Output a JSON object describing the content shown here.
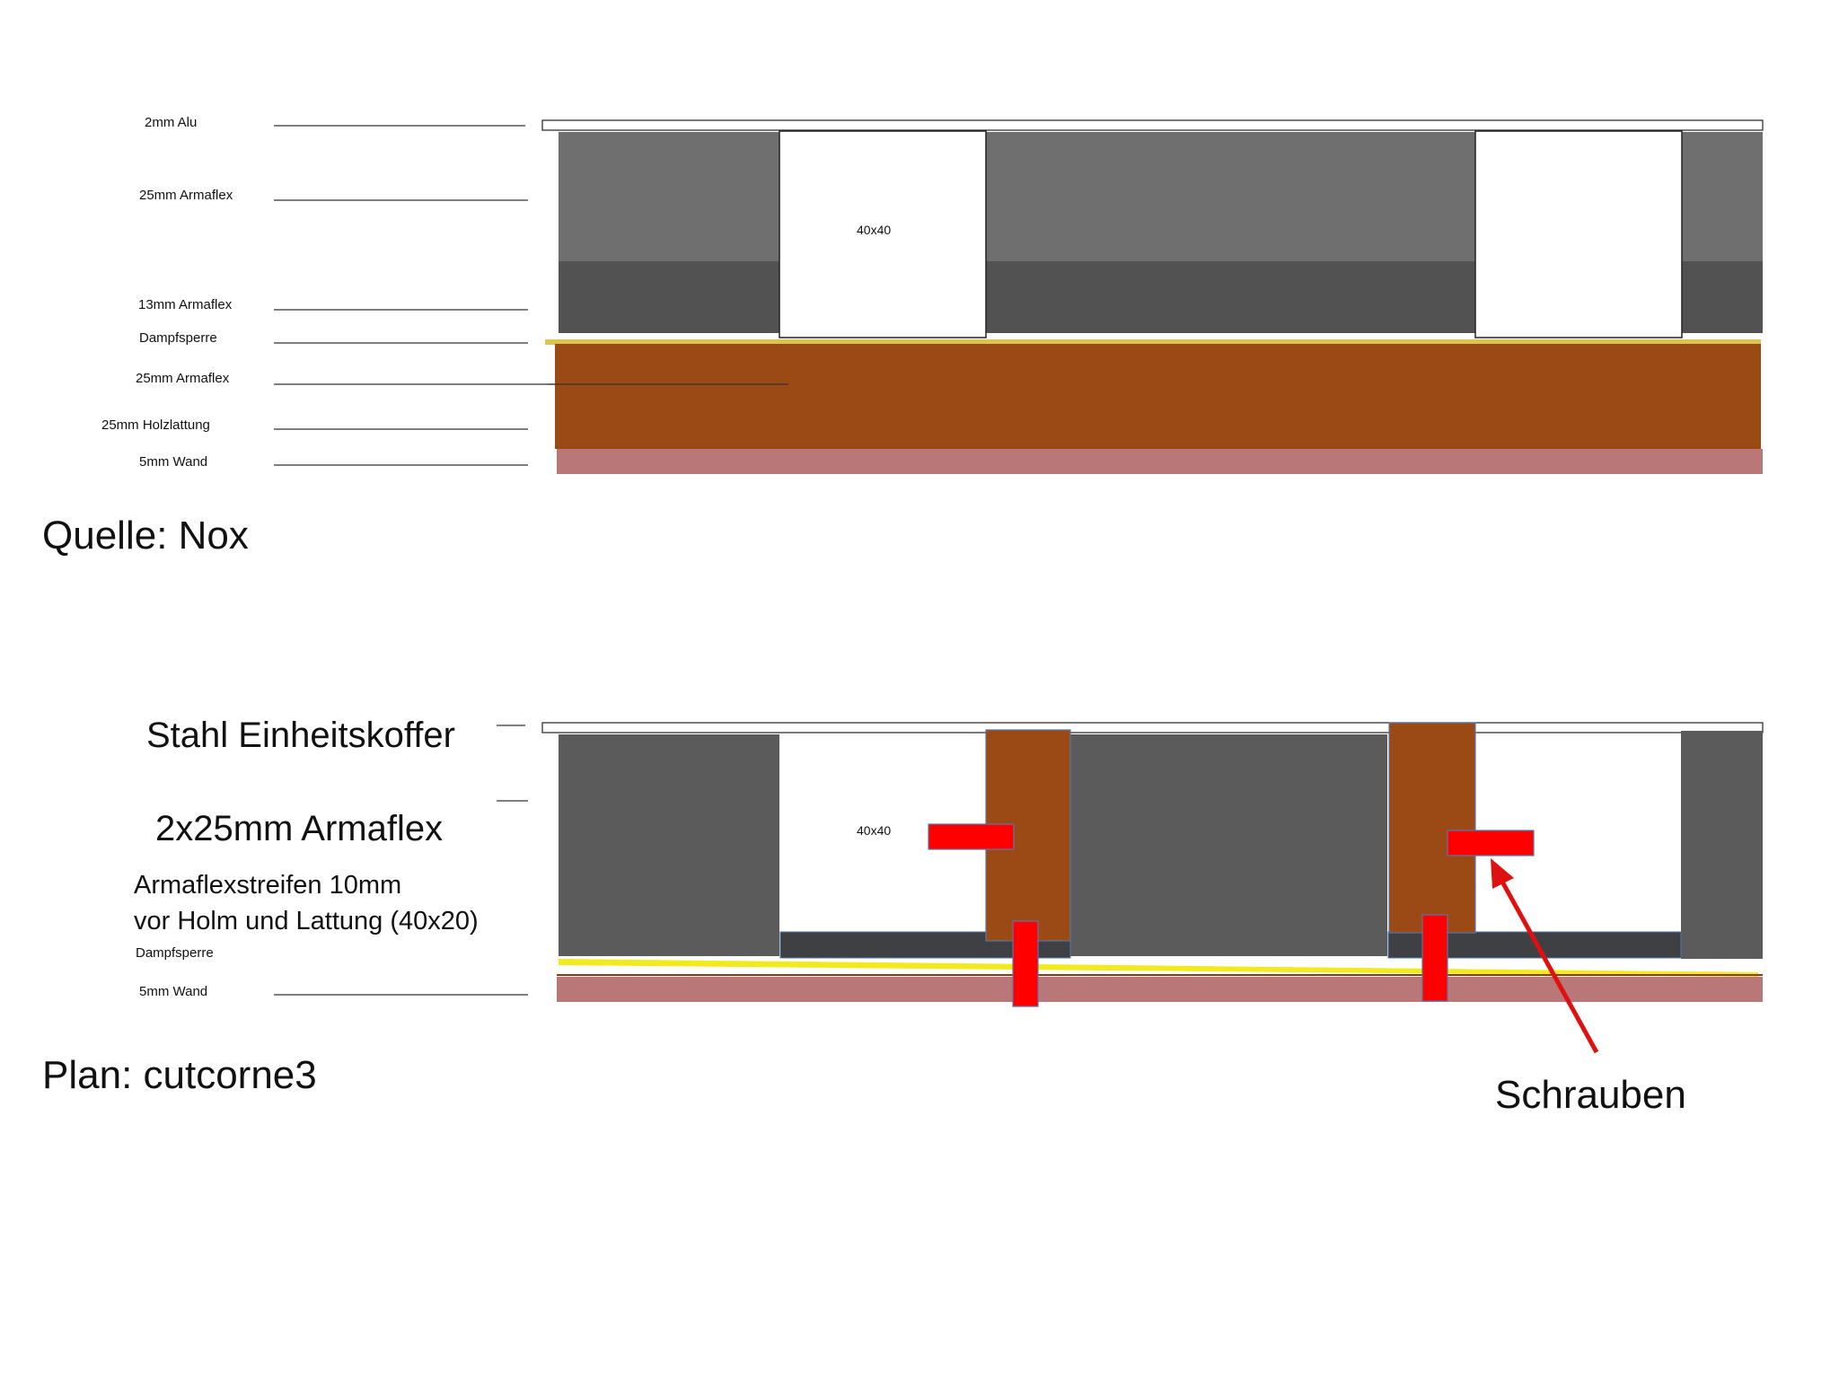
{
  "colors": {
    "alu": "#ffffff",
    "armaflex_light": "#6f6f6f",
    "armaflex_dark": "#525252",
    "armaflex_mid": "#5b5b5b",
    "strip": "#3f4044",
    "wood": "#9b4a16",
    "wall": "#b97777",
    "vapor_top": "#d9c454",
    "vapor_bottom": "#f2ea1e",
    "screw": "#ff0000",
    "arrow": "#e01010",
    "leader": "#333333"
  },
  "top_diagram": {
    "labels": {
      "alu": "2mm Alu",
      "armaflex25_upper": "25mm Armaflex",
      "armaflex13": "13mm Armaflex",
      "dampfsperre": "Dampfsperre",
      "armaflex25_lower": "25mm Armaflex",
      "holzlattung": "25mm Holzlattung",
      "wand": "5mm Wand"
    },
    "holm_label": "40x40",
    "caption": "Quelle: Nox"
  },
  "bottom_diagram": {
    "labels": {
      "stahl": "Stahl Einheitskoffer",
      "armaflex": "2x25mm Armaflex",
      "streifen_line1": "Armaflexstreifen 10mm",
      "streifen_line2": "vor Holm und Lattung (40x20)",
      "dampfsperre": "Dampfsperre",
      "wand": "5mm Wand"
    },
    "holm_label": "40x40",
    "schrauben": "Schrauben",
    "caption": "Plan: cutcorne3"
  }
}
